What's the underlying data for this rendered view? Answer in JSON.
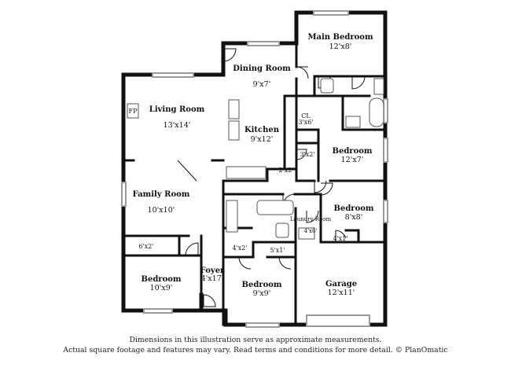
{
  "rooms": {
    "main_bedroom": {
      "name": "Main Bedroom",
      "dim": "12'x8'"
    },
    "dining": {
      "name": "Dining Room",
      "dim": "9'x7'"
    },
    "living": {
      "name": "Living Room",
      "dim": "13'x14'"
    },
    "fp": "FP",
    "cl": {
      "name": "CL",
      "dim": "3'x6'"
    },
    "kitchen": {
      "name": "Kitchen",
      "dim": "9'x12'"
    },
    "closet_3x2": "3'x2'",
    "bedroom_right": {
      "name": "Bedroom",
      "dim": "12'x7'"
    },
    "closet_2x2": "2'x2'",
    "family": {
      "name": "Family Room",
      "dim": "10'x10'"
    },
    "bedroom_mid_right": {
      "name": "Bedroom",
      "dim": "8'x8'"
    },
    "laundry": {
      "name": "Laundry Room",
      "dim": "4'x6'"
    },
    "closet_4x1": "4'x1'",
    "closet_6x2": "6'x2'",
    "closet_4x2": "4'x2'",
    "closet_5x1": "5'x1'",
    "foyer": {
      "name": "Foyer",
      "dim": "4'x17'"
    },
    "bedroom_left": {
      "name": "Bedroom",
      "dim": "10'x9'"
    },
    "bedroom_center": {
      "name": "Bedroom",
      "dim": "9'x9'"
    },
    "garage": {
      "name": "Garage",
      "dim": "12'x11'"
    }
  },
  "disclaimer": {
    "line1": "Dimensions in this illustration serve as approximate measurements.",
    "line2": "Actual square footage and features may vary. Read terms and conditions for more detail. © PlanOmatic"
  },
  "colors": {
    "wall": "#111111",
    "window": "#9a9a9a",
    "fixture": "#555555"
  }
}
